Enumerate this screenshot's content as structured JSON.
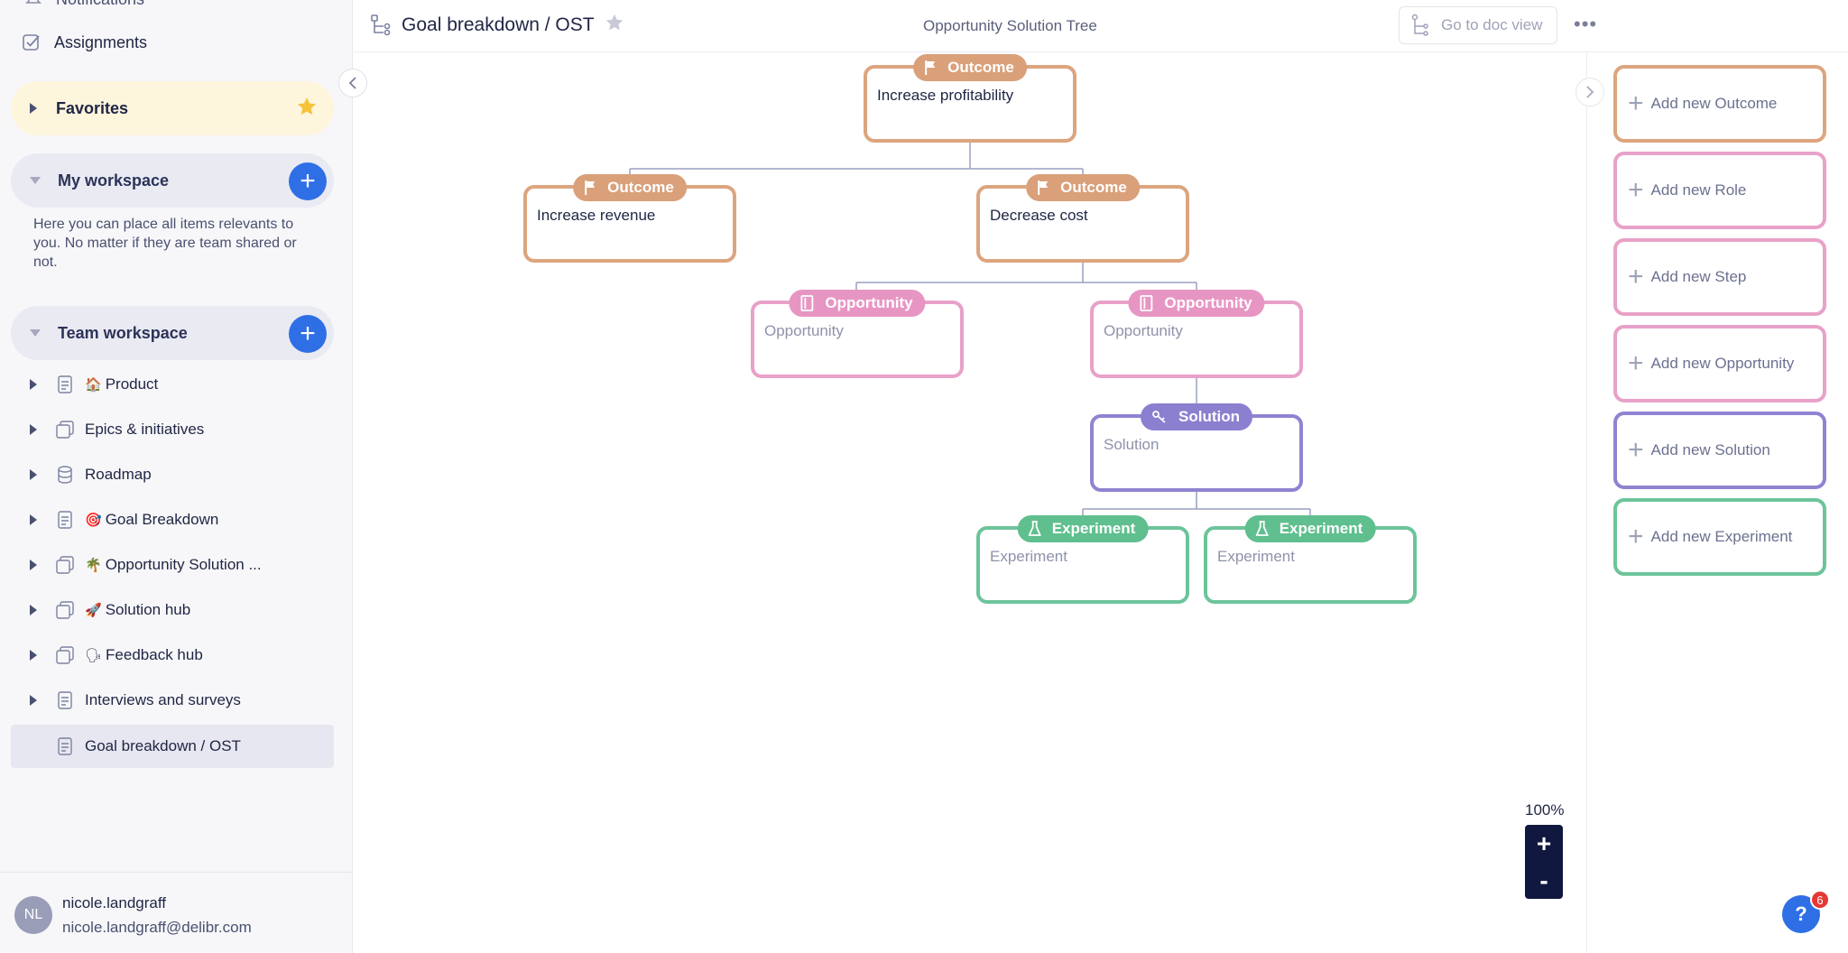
{
  "sidebar": {
    "notifications_label": "Notifications",
    "assignments_label": "Assignments",
    "favorites_label": "Favorites",
    "my_workspace": {
      "label": "My workspace",
      "description": "Here you can place all items relevants to you. No matter if they are team shared or not."
    },
    "team_workspace": {
      "label": "Team workspace"
    },
    "items": [
      {
        "label": "Product",
        "emoji": "🏠"
      },
      {
        "label": "Epics & initiatives",
        "emoji": ""
      },
      {
        "label": "Roadmap",
        "emoji": ""
      },
      {
        "label": "Goal Breakdown",
        "emoji": "🎯"
      },
      {
        "label": "Opportunity Solution ...",
        "emoji": "🌴"
      },
      {
        "label": "Solution hub",
        "emoji": "🚀"
      },
      {
        "label": "Feedback hub",
        "emoji": "🗣"
      },
      {
        "label": "Interviews and surveys",
        "emoji": ""
      },
      {
        "label": "Goal breakdown / OST",
        "emoji": ""
      }
    ],
    "user": {
      "initials": "NL",
      "name": "nicole.landgraff",
      "email": "nicole.landgraff@delibr.com"
    }
  },
  "topbar": {
    "title": "Goal breakdown / OST",
    "center_label": "Opportunity Solution Tree",
    "doc_view_label": "Go to doc view",
    "more_label": "•••"
  },
  "tree": {
    "outcome_root": {
      "tag": "Outcome",
      "text": "Increase profitability"
    },
    "outcome_left": {
      "tag": "Outcome",
      "text": "Increase revenue"
    },
    "outcome_right": {
      "tag": "Outcome",
      "text": "Decrease cost"
    },
    "opp_left": {
      "tag": "Opportunity",
      "text": "Opportunity"
    },
    "opp_right": {
      "tag": "Opportunity",
      "text": "Opportunity"
    },
    "solution": {
      "tag": "Solution",
      "text": "Solution"
    },
    "exp_left": {
      "tag": "Experiment",
      "text": "Experiment"
    },
    "exp_right": {
      "tag": "Experiment",
      "text": "Experiment"
    }
  },
  "palette": [
    {
      "label": "Add new Outcome",
      "color": "#dca57f"
    },
    {
      "label": "Add new Role",
      "color": "#e8a1c8"
    },
    {
      "label": "Add new Step",
      "color": "#e8a1c8"
    },
    {
      "label": "Add new Opportunity",
      "color": "#e8a1c8"
    },
    {
      "label": "Add new Solution",
      "color": "#8f84d1"
    },
    {
      "label": "Add new Experiment",
      "color": "#6cc49a"
    }
  ],
  "zoom": {
    "level": "100%",
    "in_label": "+",
    "out_label": "-"
  },
  "help": {
    "label": "?",
    "badge_count": "6"
  },
  "colors": {
    "outcome": "#d9a07a",
    "opportunity": "#e796c3",
    "solution": "#8b7fd0",
    "experiment": "#5fbf8e",
    "accent": "#2f6fe6"
  }
}
